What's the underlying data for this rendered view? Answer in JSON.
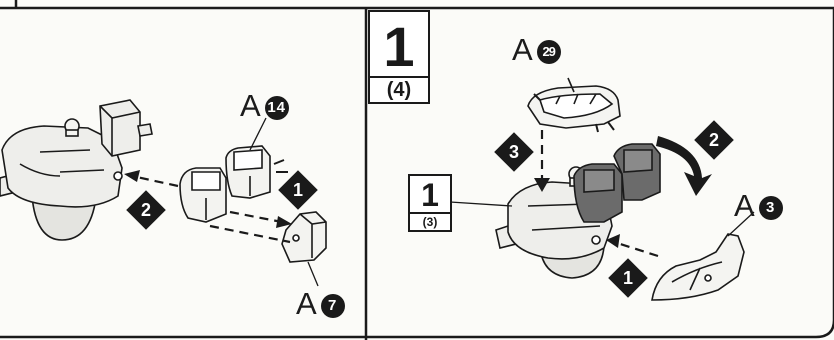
{
  "left_panel": {
    "part_a14": {
      "letter": "A",
      "number": "14"
    },
    "part_a7": {
      "letter": "A",
      "number": "7"
    },
    "order_marks": [
      "1",
      "2"
    ]
  },
  "right_panel": {
    "step_box": {
      "number": "1",
      "sub": "(4)"
    },
    "sub_step_box": {
      "number": "1",
      "sub": "(3)"
    },
    "part_a29": {
      "letter": "A",
      "number": "29"
    },
    "part_a3": {
      "letter": "A",
      "number": "3"
    },
    "order_marks": [
      "1",
      "2",
      "3"
    ]
  },
  "colors": {
    "ink": "#1a1a1a",
    "paper": "#fbfbf8",
    "grey_part": "#6b6b6b",
    "light_part": "#e9e9e6"
  }
}
